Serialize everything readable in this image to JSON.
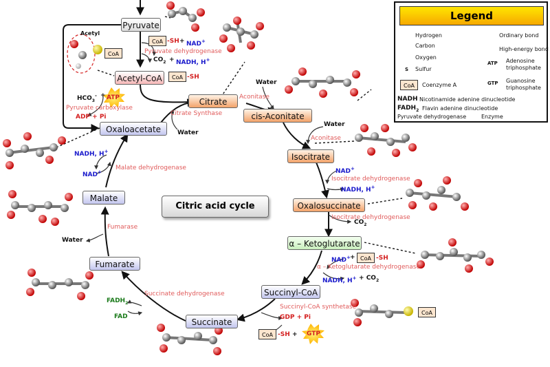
{
  "title": "Citric acid cycle",
  "nodes": {
    "pyruvate": "Pyruvate",
    "acetyl_coa": "Acetyl-CoA",
    "citrate": "Citrate",
    "cis_aconitate": "cis-Aconitate",
    "isocitrate": "Isocitrate",
    "oxalosuccinate": "Oxalosuccinate",
    "alpha_ketoglutarate": "α – Ketoglutarate",
    "succinyl_coa": "Succinyl-CoA",
    "succinate": "Succinate",
    "fumarate": "Fumarate",
    "malate": "Malate",
    "oxaloacetate": "Oxaloacetate"
  },
  "enzymes": {
    "pyruvate_dehydrogenase": "Pyruvate dehydrogenase",
    "pyruvate_carboxylase": "Pyruvate carboxylase",
    "citrate_synthase": "Citrate Synthase",
    "aconitase_1": "Aconitase",
    "aconitase_2": "Aconitase",
    "isocitrate_dh_1": "Isocitrate dehydrogenase",
    "isocitrate_dh_2": "Isocitrate dehydrogenase",
    "akg_dh": "α – Ketoglutarate dehydrogenase",
    "succinyl_coa_synthetase": "Succinyl-CoA synthetase",
    "succinate_dh": "Succinate dehydrogenase",
    "fumarase": "Fumarase",
    "malate_dh": "Malate dehydrogenase"
  },
  "labels": {
    "acetyl": "Acetyl",
    "coa": "CoA",
    "sh": "-SH",
    "plus": "+",
    "nad": "NAD",
    "sup_plus": "+",
    "co2": "CO",
    "sub_2": "2",
    "nadh_h": "NADH, H",
    "hco3": "HCO",
    "sub_3": "3",
    "sup_minus": "-",
    "atp": "ATP",
    "adp_pi": "ADP + Pi",
    "water": "Water",
    "gdp_pi": "GDP + Pi",
    "gtp": "GTP",
    "fadh": "FADH",
    "fad": "FAD"
  },
  "legend": {
    "title": "Legend",
    "hydrogen": "Hydrogen",
    "carbon": "Carbon",
    "oxygen": "Oxygen",
    "sulfur": "Sulfur",
    "s_letter": "S",
    "coenzyme_box": "CoA",
    "coenzyme": "Coenzyme A",
    "ordinary_bond": "Ordinary bond",
    "high_energy_bond": "High-energy bond",
    "atp": "ATP",
    "adenosine_1": "Adenosine",
    "adenosine_2": "triphosphate",
    "gtp": "GTP",
    "guanosine_1": "Guanosine",
    "guanosine_2": "triphosphate",
    "nadh": "NADH",
    "nadh_desc": "Nicotinamide adenine dinucleotide",
    "fadh": "FADH",
    "fadh_sub": "2",
    "fadh_desc": "Flavin adenine dinucleotide",
    "enzyme_example": "Pyruvate dehydrogenase",
    "enzyme_desc": "Enzyme"
  },
  "colors": {
    "enzyme": "#e05a5a",
    "nadh": "#1a1acc",
    "atp_red": "#d42020",
    "fad_green": "#1a7a1a",
    "legend_yellow": "#ffd400"
  }
}
